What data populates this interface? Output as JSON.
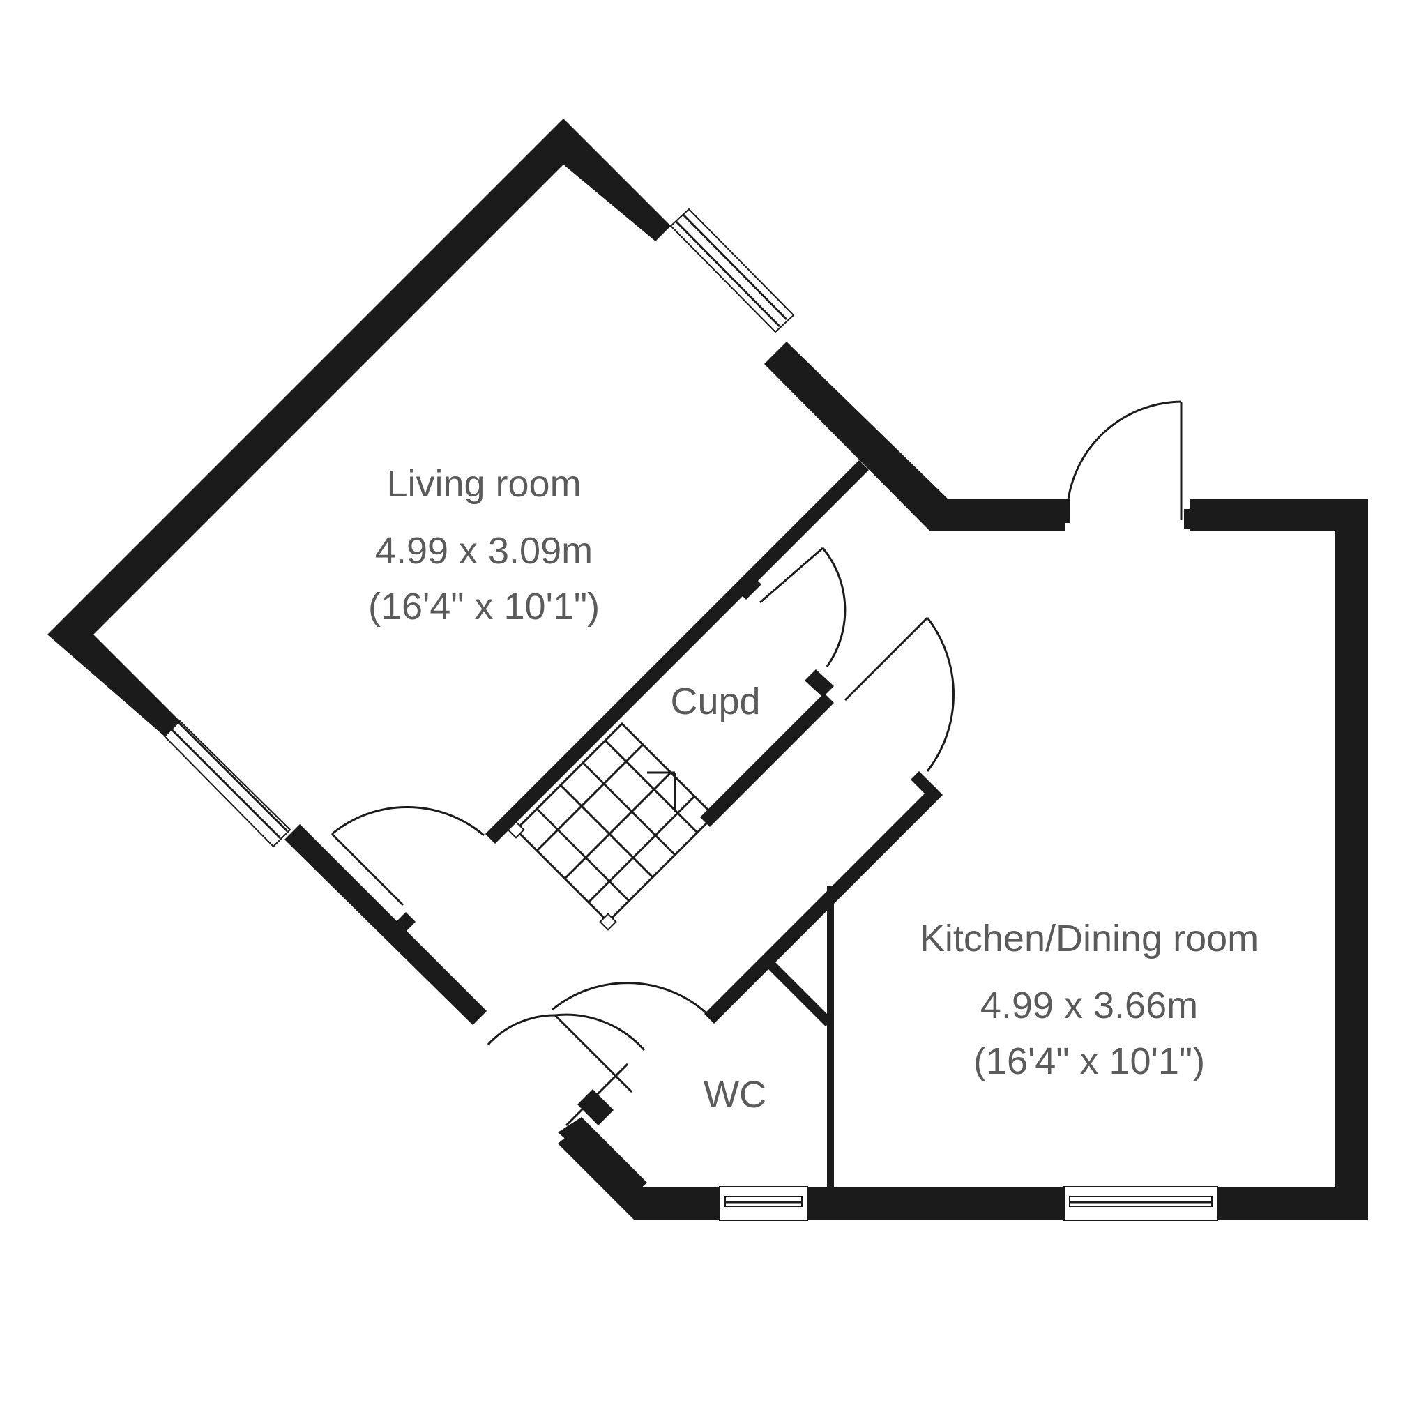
{
  "rooms": {
    "living": {
      "name": "Living room",
      "dims_metric": "4.99 x 3.09m",
      "dims_imperial": "(16'4\" x 10'1\")"
    },
    "cupboard": {
      "name": "Cupd"
    },
    "kitchen": {
      "name": "Kitchen/Dining room",
      "dims_metric": "4.99 x 3.66m",
      "dims_imperial": "(16'4\" x 10'1\")"
    },
    "wc": {
      "name": "WC"
    }
  },
  "colors": {
    "wall": "#1b1b1b",
    "label": "#5b5b5b",
    "background": "#ffffff"
  }
}
